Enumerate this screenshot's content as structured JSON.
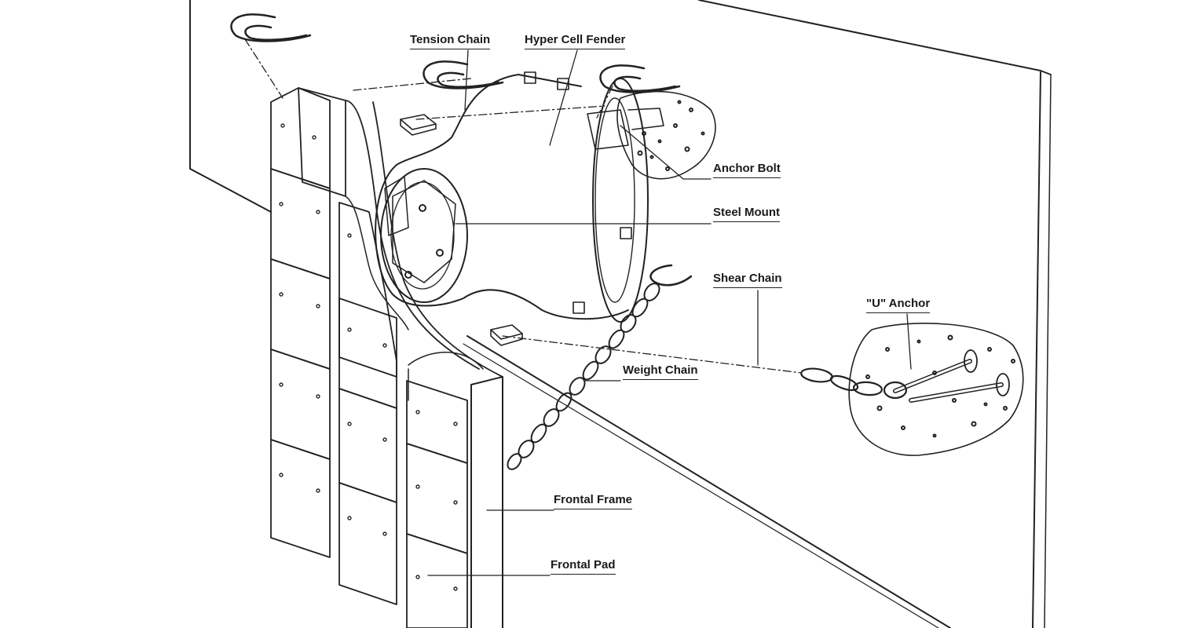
{
  "labels": {
    "tension_chain": "Tension Chain",
    "hyper_cell_fender": "Hyper Cell Fender",
    "anchor_bolt": "Anchor Bolt",
    "steel_mount": "Steel Mount",
    "shear_chain": "Shear Chain",
    "u_anchor": "\"U\" Anchor",
    "weight_chain": "Weight Chain",
    "frontal_frame": "Frontal Frame",
    "frontal_pad": "Frontal Pad"
  },
  "colors": {
    "line": "#222222",
    "background": "#ffffff",
    "concrete": "#ffffff"
  }
}
